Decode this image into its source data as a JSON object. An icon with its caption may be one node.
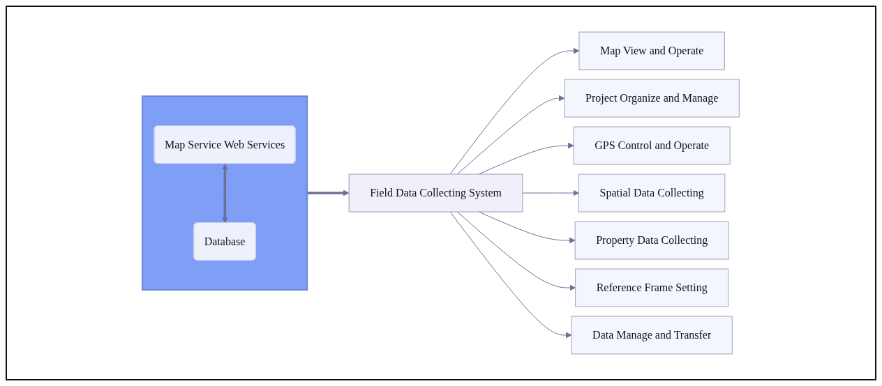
{
  "diagram": {
    "nodes": [
      {
        "text": [],
        "shape": "box"
      },
      {
        "text": [
          "Map Service Web Services"
        ],
        "in": 0
      },
      {
        "text": [
          "Database"
        ],
        "in": 0
      },
      {
        "text": [
          "Field Data Collecting System"
        ]
      },
      {
        "text": [
          "Map View and Operate"
        ]
      },
      {
        "text": [
          "Project Organize and Manage"
        ]
      },
      {
        "text": [
          "GPS Control and Operate"
        ]
      },
      {
        "text": [
          "Spatial Data Collecting"
        ]
      },
      {
        "text": [
          "Property Data Collecting"
        ]
      },
      {
        "text": [
          "Reference Frame Setting"
        ]
      },
      {
        "text": [
          "Data Manage and Transfer"
        ]
      }
    ],
    "edges": [
      {
        "from": 1,
        "to": 2,
        "arrow": "both",
        "style": "thick"
      },
      {
        "from": 0,
        "to": 3,
        "arrow": "to",
        "style": "thick"
      },
      {
        "from": 3,
        "to": 4,
        "arrow": "to"
      },
      {
        "from": 3,
        "to": 5,
        "arrow": "to"
      },
      {
        "from": 3,
        "to": 6,
        "arrow": "to"
      },
      {
        "from": 3,
        "to": 7,
        "arrow": "to"
      },
      {
        "from": 3,
        "to": 8,
        "arrow": "to"
      },
      {
        "from": 3,
        "to": 9,
        "arrow": "to"
      },
      {
        "from": 3,
        "to": 10,
        "arrow": "to"
      }
    ]
  }
}
